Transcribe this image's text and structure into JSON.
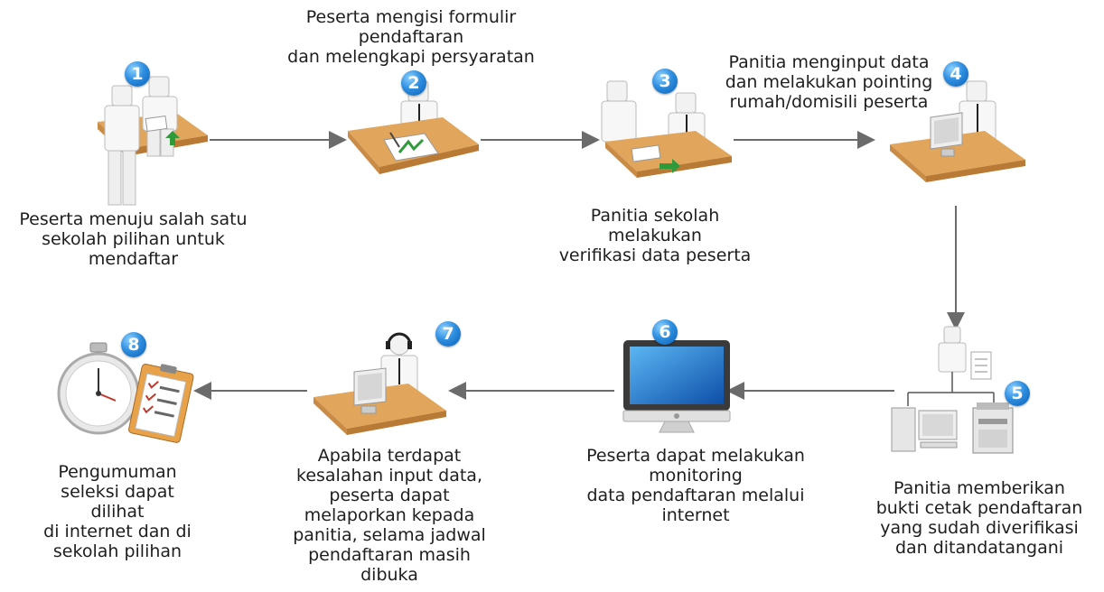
{
  "steps": [
    {
      "number": "1",
      "lines": [
        "Peserta menuju salah satu",
        "sekolah pilihan untuk",
        "mendaftar"
      ]
    },
    {
      "number": "2",
      "lines": [
        "Peserta mengisi formulir",
        "pendaftaran",
        "dan melengkapi persyaratan"
      ]
    },
    {
      "number": "3",
      "lines": [
        "Panitia sekolah",
        "melakukan",
        "verifikasi data peserta"
      ]
    },
    {
      "number": "4",
      "lines": [
        "Panitia menginput data",
        "dan melakukan pointing",
        "rumah/domisili peserta"
      ]
    },
    {
      "number": "5",
      "lines": [
        "Panitia memberikan",
        "bukti cetak pendaftaran",
        "yang sudah diverifikasi",
        "dan ditandatangani"
      ]
    },
    {
      "number": "6",
      "lines": [
        "Peserta dapat melakukan",
        "monitoring",
        "data pendaftaran melalui",
        "internet"
      ]
    },
    {
      "number": "7",
      "lines": [
        "Apabila terdapat",
        "kesalahan input data,",
        "peserta dapat",
        "melaporkan kepada",
        "panitia, selama jadwal",
        "pendaftaran masih",
        "dibuka"
      ]
    },
    {
      "number": "8",
      "lines": [
        "Pengumuman",
        "seleksi dapat",
        "dilihat",
        "di internet dan di",
        "sekolah pilihan"
      ]
    }
  ],
  "colors": {
    "badge": "#1e7fd6",
    "desk": "#e1a55c",
    "arrow": "#6b6b6b"
  },
  "icons": [
    "desk-person-icon",
    "form-icon",
    "verify-icon",
    "computer-desk-icon",
    "office-org-icon",
    "monitor-icon",
    "helpdesk-icon",
    "stopwatch-checklist-icon"
  ]
}
